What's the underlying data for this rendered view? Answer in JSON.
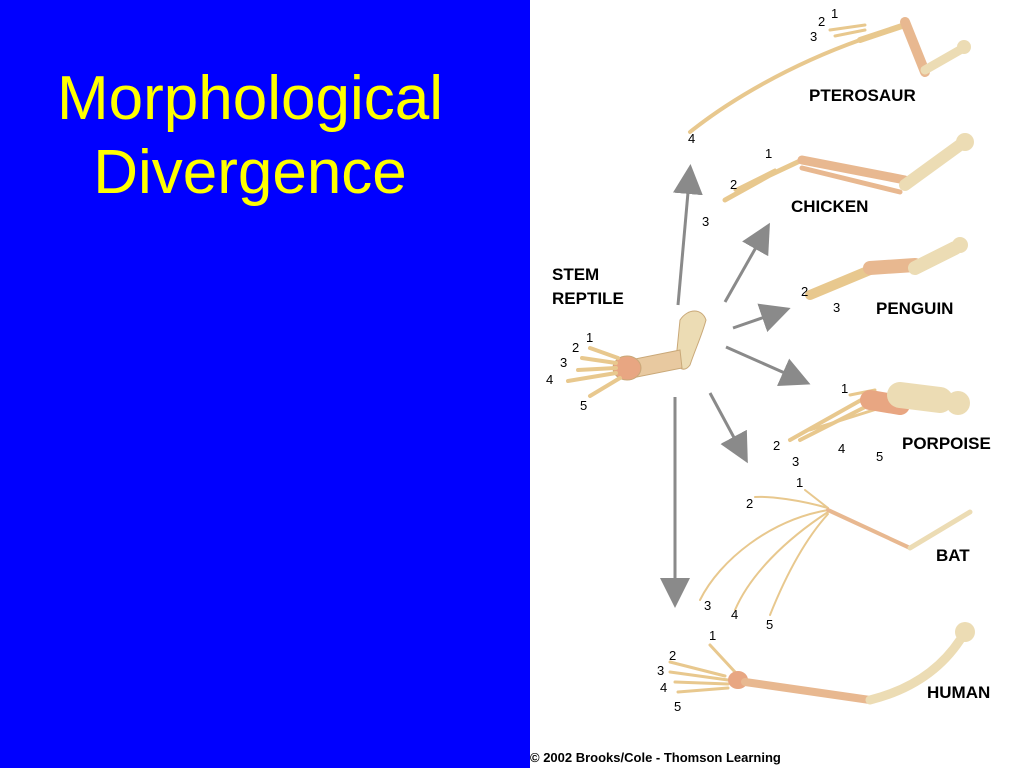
{
  "slide": {
    "title_line1": "Morphological",
    "title_line2": "Divergence",
    "background_color": "#0000ff",
    "title_color": "#ffff00"
  },
  "diagram": {
    "center": {
      "label_line1": "STEM",
      "label_line2": "REPTILE",
      "digits": [
        "1",
        "2",
        "3",
        "4",
        "5"
      ]
    },
    "limbs": [
      {
        "label": "PTEROSAUR",
        "digits": [
          "1",
          "2",
          "3",
          "4"
        ]
      },
      {
        "label": "CHICKEN",
        "digits": [
          "1",
          "2",
          "3"
        ]
      },
      {
        "label": "PENGUIN",
        "digits": [
          "2",
          "3"
        ]
      },
      {
        "label": "PORPOISE",
        "digits": [
          "1",
          "2",
          "3",
          "4",
          "5"
        ]
      },
      {
        "label": "BAT",
        "digits": [
          "1",
          "2",
          "3",
          "4",
          "5"
        ]
      },
      {
        "label": "HUMAN",
        "digits": [
          "1",
          "2",
          "3",
          "4",
          "5"
        ]
      }
    ],
    "bone_color": "#ecdcb4",
    "joint_color": "#e8a682",
    "arrow_color": "#8a8a8a"
  },
  "footer": {
    "copyright": "© 2002 Brooks/Cole - Thomson Learning"
  }
}
